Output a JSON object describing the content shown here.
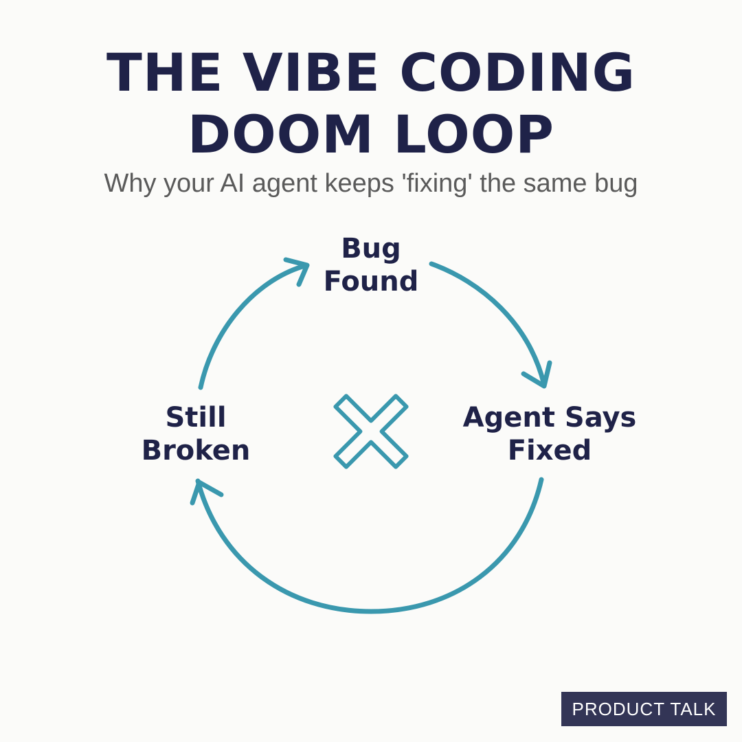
{
  "header": {
    "title_line1": "THE VIBE CODING",
    "title_line2": "DOOM LOOP",
    "subtitle": "Why your AI agent keeps 'fixing' the same bug"
  },
  "diagram": {
    "type": "cycle",
    "nodes": [
      {
        "line1": "Bug",
        "line2": "Found"
      },
      {
        "line1": "Agent Says",
        "line2": "Fixed"
      },
      {
        "line1": "Still",
        "line2": "Broken"
      }
    ],
    "center_icon": "x-mark-icon",
    "edges": [
      {
        "from": "Bug Found",
        "to": "Agent Says Fixed"
      },
      {
        "from": "Agent Says Fixed",
        "to": "Still Broken"
      },
      {
        "from": "Still Broken",
        "to": "Bug Found"
      }
    ],
    "colors": {
      "arrow": "#3a98ae",
      "text": "#1f2248"
    }
  },
  "footer": {
    "badge_label": "PRODUCT TALK",
    "badge_color": "#333556"
  }
}
